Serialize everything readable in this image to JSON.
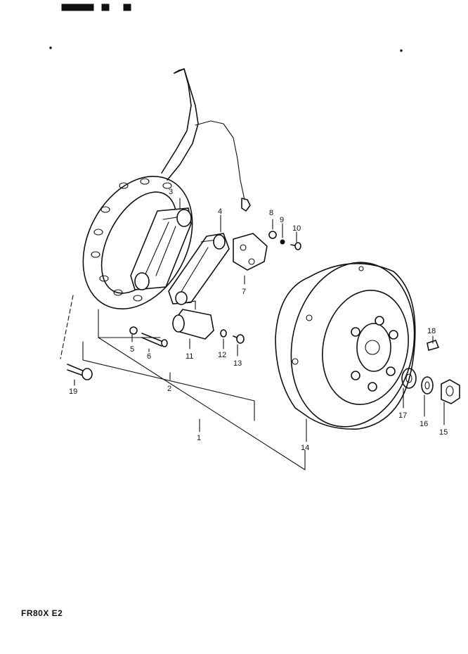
{
  "diagram": {
    "footer_code": "FR80X E2",
    "callouts": [
      {
        "id": "c1",
        "text": "1"
      },
      {
        "id": "c2",
        "text": "2"
      },
      {
        "id": "c3",
        "text": "3"
      },
      {
        "id": "c4",
        "text": "4"
      },
      {
        "id": "c5",
        "text": "5"
      },
      {
        "id": "c6",
        "text": "6"
      },
      {
        "id": "c7",
        "text": "7"
      },
      {
        "id": "c8",
        "text": "8"
      },
      {
        "id": "c9",
        "text": "9"
      },
      {
        "id": "c10",
        "text": "10"
      },
      {
        "id": "c11",
        "text": "11"
      },
      {
        "id": "c12",
        "text": "12"
      },
      {
        "id": "c13",
        "text": "13"
      },
      {
        "id": "c14",
        "text": "14"
      },
      {
        "id": "c15",
        "text": "15"
      },
      {
        "id": "c16",
        "text": "16"
      },
      {
        "id": "c17",
        "text": "17"
      },
      {
        "id": "c18",
        "text": "18"
      },
      {
        "id": "c19",
        "text": "19"
      }
    ]
  }
}
